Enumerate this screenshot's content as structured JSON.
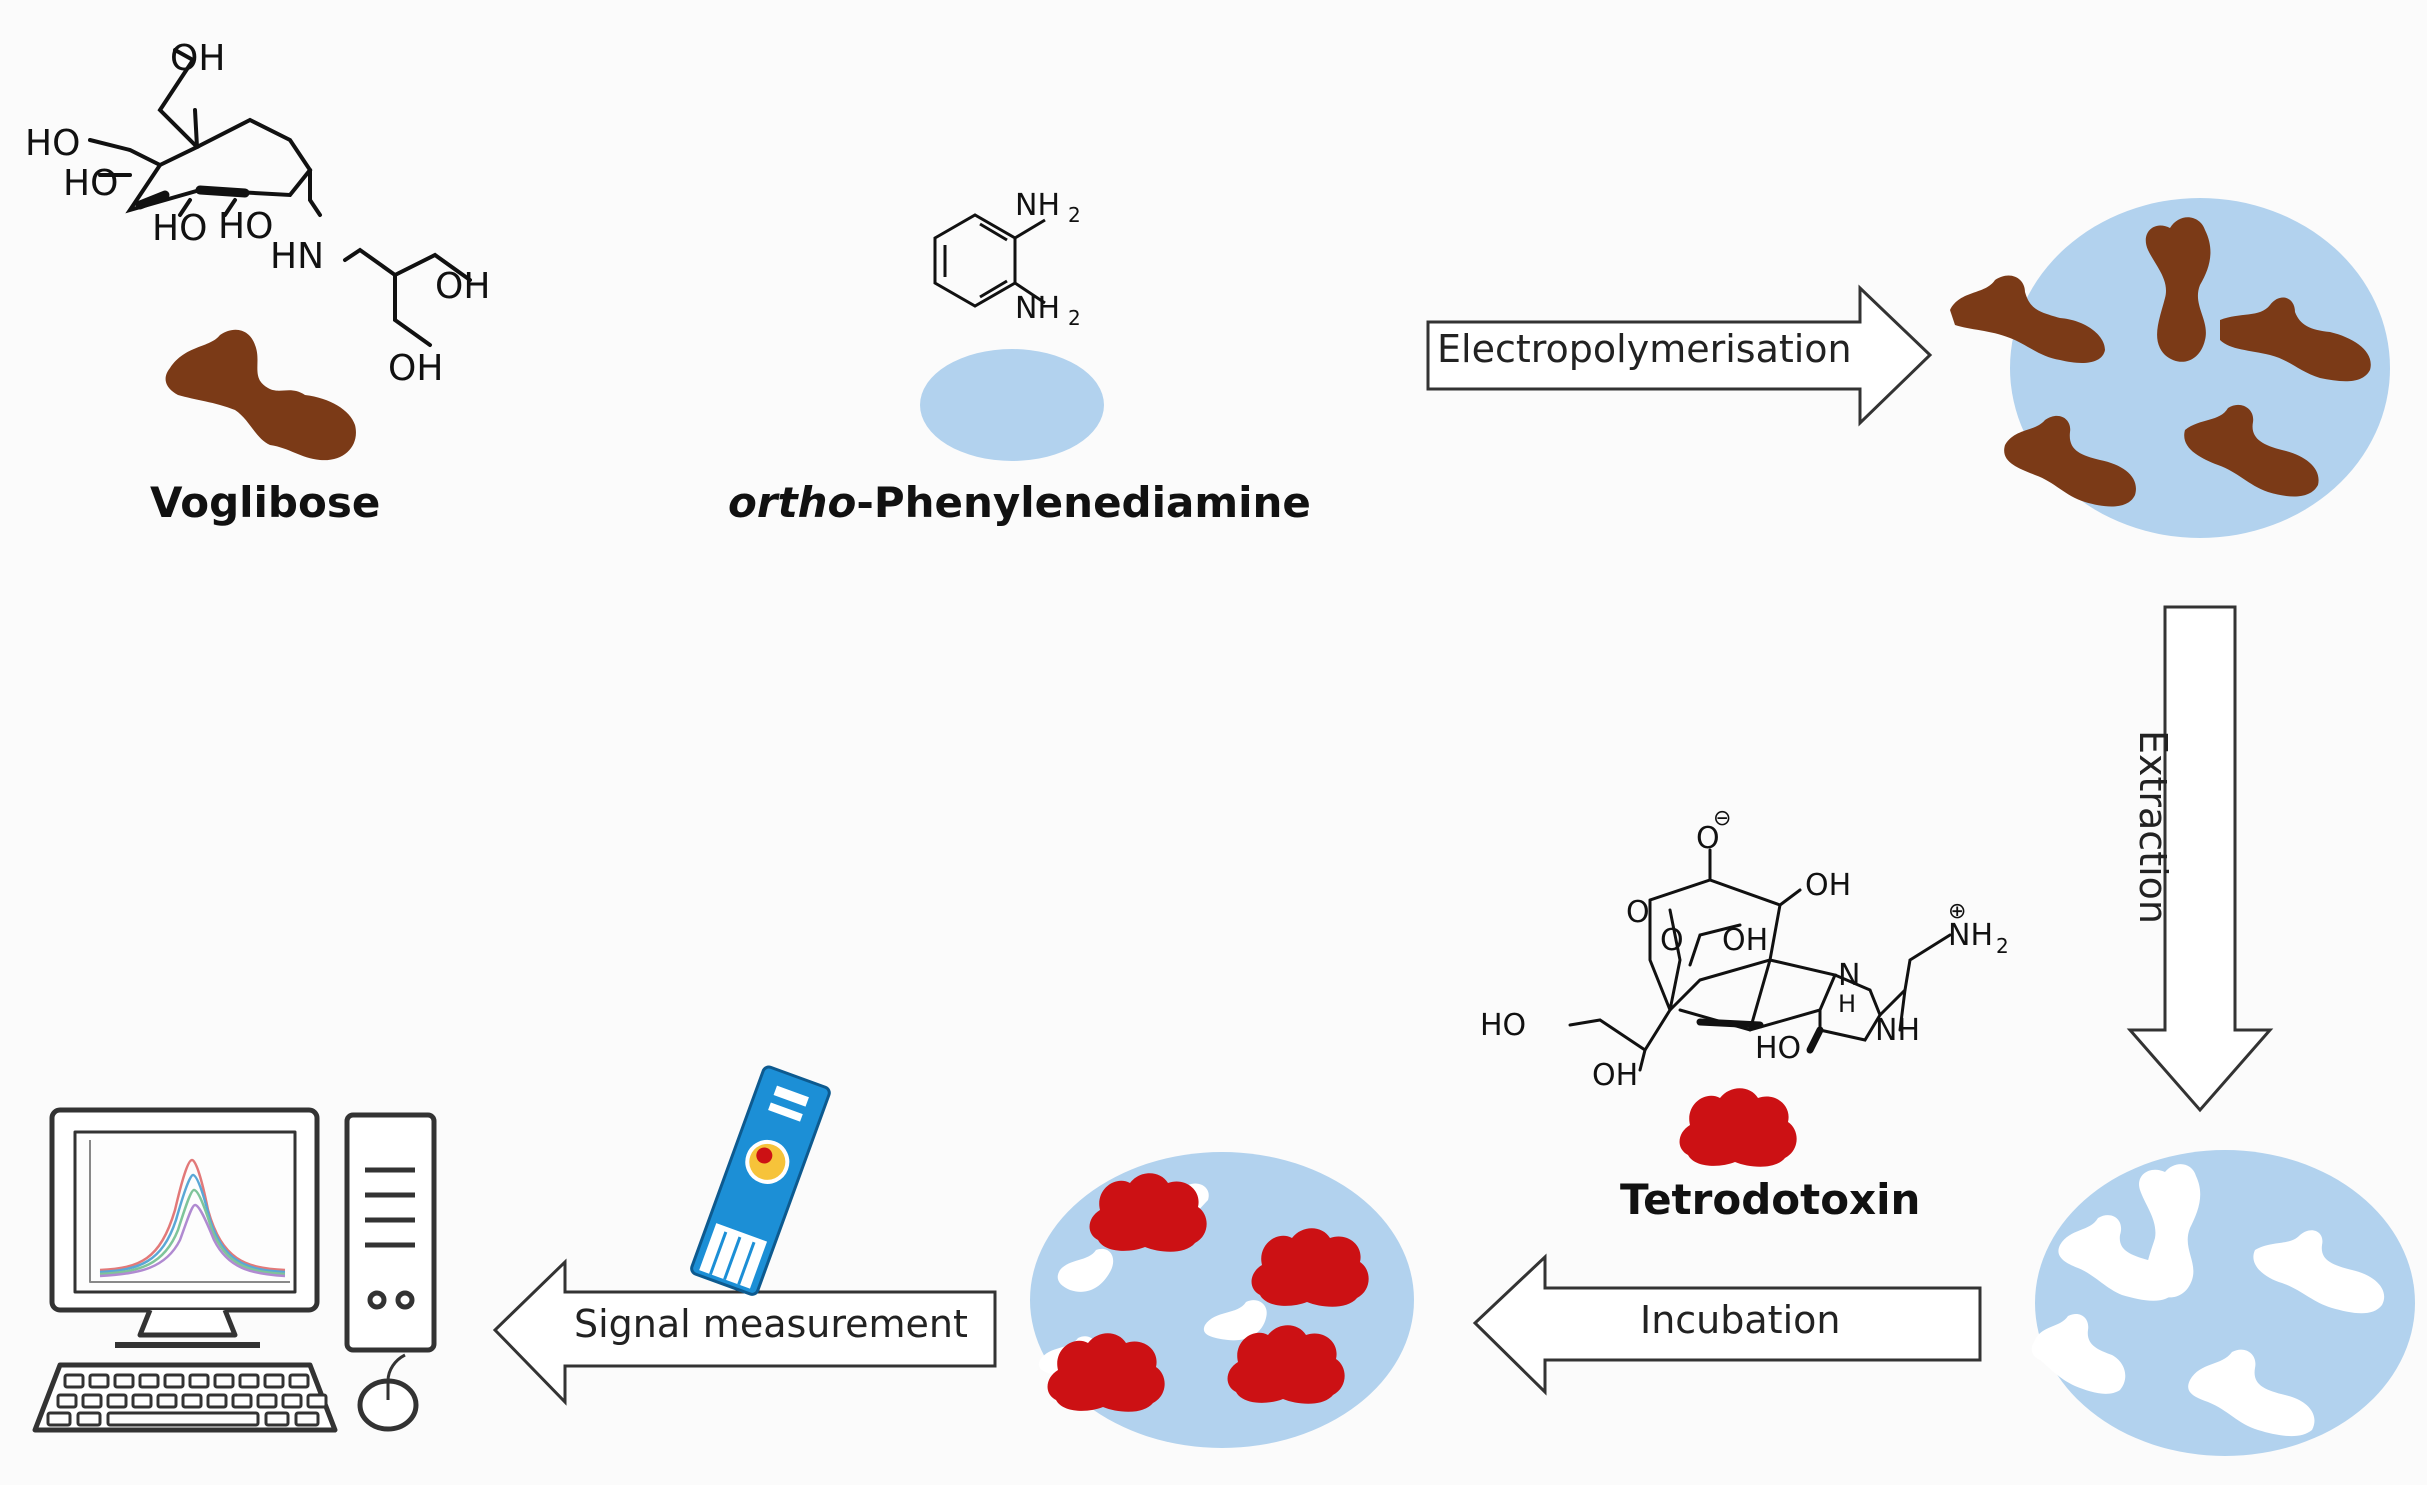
{
  "molecules": {
    "voglibose": {
      "name": "Voglibose",
      "atoms": {
        "oh_top": "OH",
        "ho1": "HO",
        "ho2": "HO",
        "ho3": "HO",
        "ho4": "HO",
        "hn": "HN",
        "oh_right": "OH",
        "oh_bottom": "OH"
      }
    },
    "opd": {
      "name_italic": "ortho",
      "name_rest": "-Phenylenediamine",
      "atoms": {
        "nh2_top": "NH",
        "nh2_bottom": "NH",
        "sub": "2"
      }
    },
    "tetrodotoxin": {
      "name": "Tetrodotoxin",
      "atoms": {
        "o_minus": "O",
        "minus": "⊖",
        "oh1": "OH",
        "o_ring1": "O",
        "o_ring2": "O",
        "oh2": "OH",
        "nh2_plus": "NH",
        "plus": "⊕",
        "sub": "2",
        "n": "N",
        "h": "H",
        "nh": "NH",
        "ho1": "HO",
        "ho2": "HO",
        "oh3": "OH"
      }
    }
  },
  "steps": {
    "electropolymerisation": "Electropolymerisation",
    "extraction": "Extraction",
    "incubation": "Incubation",
    "signal_measurement": "Signal measurement"
  },
  "colors": {
    "template": "#7b3a17",
    "analyte": "#cc1114",
    "polymer": "#b2d2ee",
    "cavity": "#ffffff",
    "arrow_stroke": "#333333",
    "background": "#fbfbfb"
  }
}
